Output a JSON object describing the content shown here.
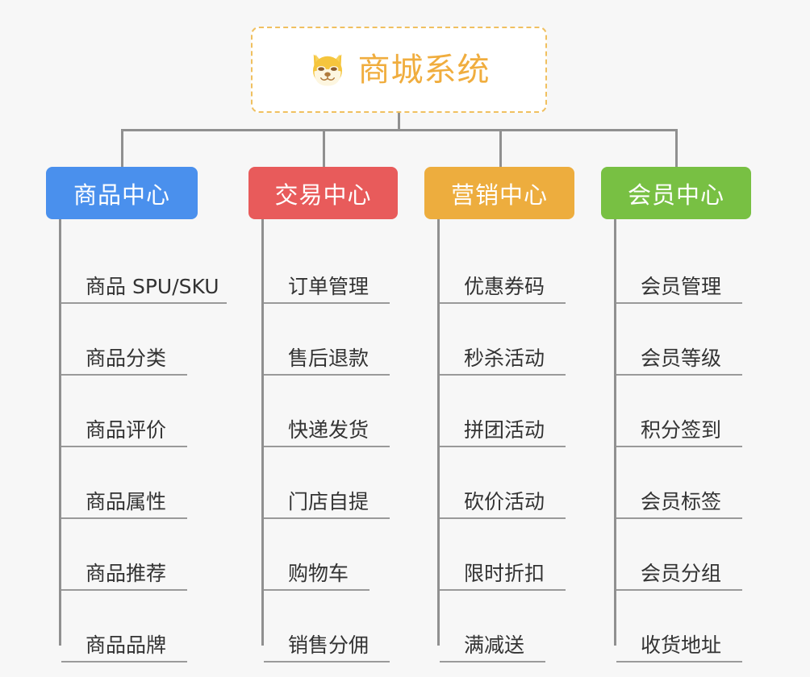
{
  "page": {
    "background_color": "#f7f7f7",
    "title": "商城系统"
  },
  "root": {
    "label": "商城系统",
    "icon": "shiba-dog-face-icon",
    "text_color": "#f0ad3e",
    "border_color": "#f0c060",
    "background_color": "#ffffff"
  },
  "connector": {
    "color": "#909090"
  },
  "branches": [
    {
      "label": "商品中心",
      "color": "#4a90ed",
      "items": [
        {
          "label": "商品 SPU/SKU",
          "rule_width": 205
        },
        {
          "label": "商品分类",
          "rule_width": 156
        },
        {
          "label": "商品评价",
          "rule_width": 156
        },
        {
          "label": "商品属性",
          "rule_width": 156
        },
        {
          "label": "商品推荐",
          "rule_width": 156
        },
        {
          "label": "商品品牌",
          "rule_width": 156
        }
      ]
    },
    {
      "label": "交易中心",
      "color": "#e85b5b",
      "items": [
        {
          "label": "订单管理",
          "rule_width": 156
        },
        {
          "label": "售后退款",
          "rule_width": 156
        },
        {
          "label": "快递发货",
          "rule_width": 156
        },
        {
          "label": "门店自提",
          "rule_width": 156
        },
        {
          "label": "购物车",
          "rule_width": 131
        },
        {
          "label": "销售分佣",
          "rule_width": 156
        }
      ]
    },
    {
      "label": "营销中心",
      "color": "#edad3e",
      "items": [
        {
          "label": "优惠券码",
          "rule_width": 156
        },
        {
          "label": "秒杀活动",
          "rule_width": 156
        },
        {
          "label": "拼团活动",
          "rule_width": 156
        },
        {
          "label": "砍价活动",
          "rule_width": 156
        },
        {
          "label": "限时折扣",
          "rule_width": 156
        },
        {
          "label": "满减送",
          "rule_width": 131
        }
      ]
    },
    {
      "label": "会员中心",
      "color": "#78c043",
      "items": [
        {
          "label": "会员管理",
          "rule_width": 156
        },
        {
          "label": "会员等级",
          "rule_width": 156
        },
        {
          "label": "积分签到",
          "rule_width": 156
        },
        {
          "label": "会员标签",
          "rule_width": 156
        },
        {
          "label": "会员分组",
          "rule_width": 156
        },
        {
          "label": "收货地址",
          "rule_width": 156
        }
      ]
    }
  ]
}
